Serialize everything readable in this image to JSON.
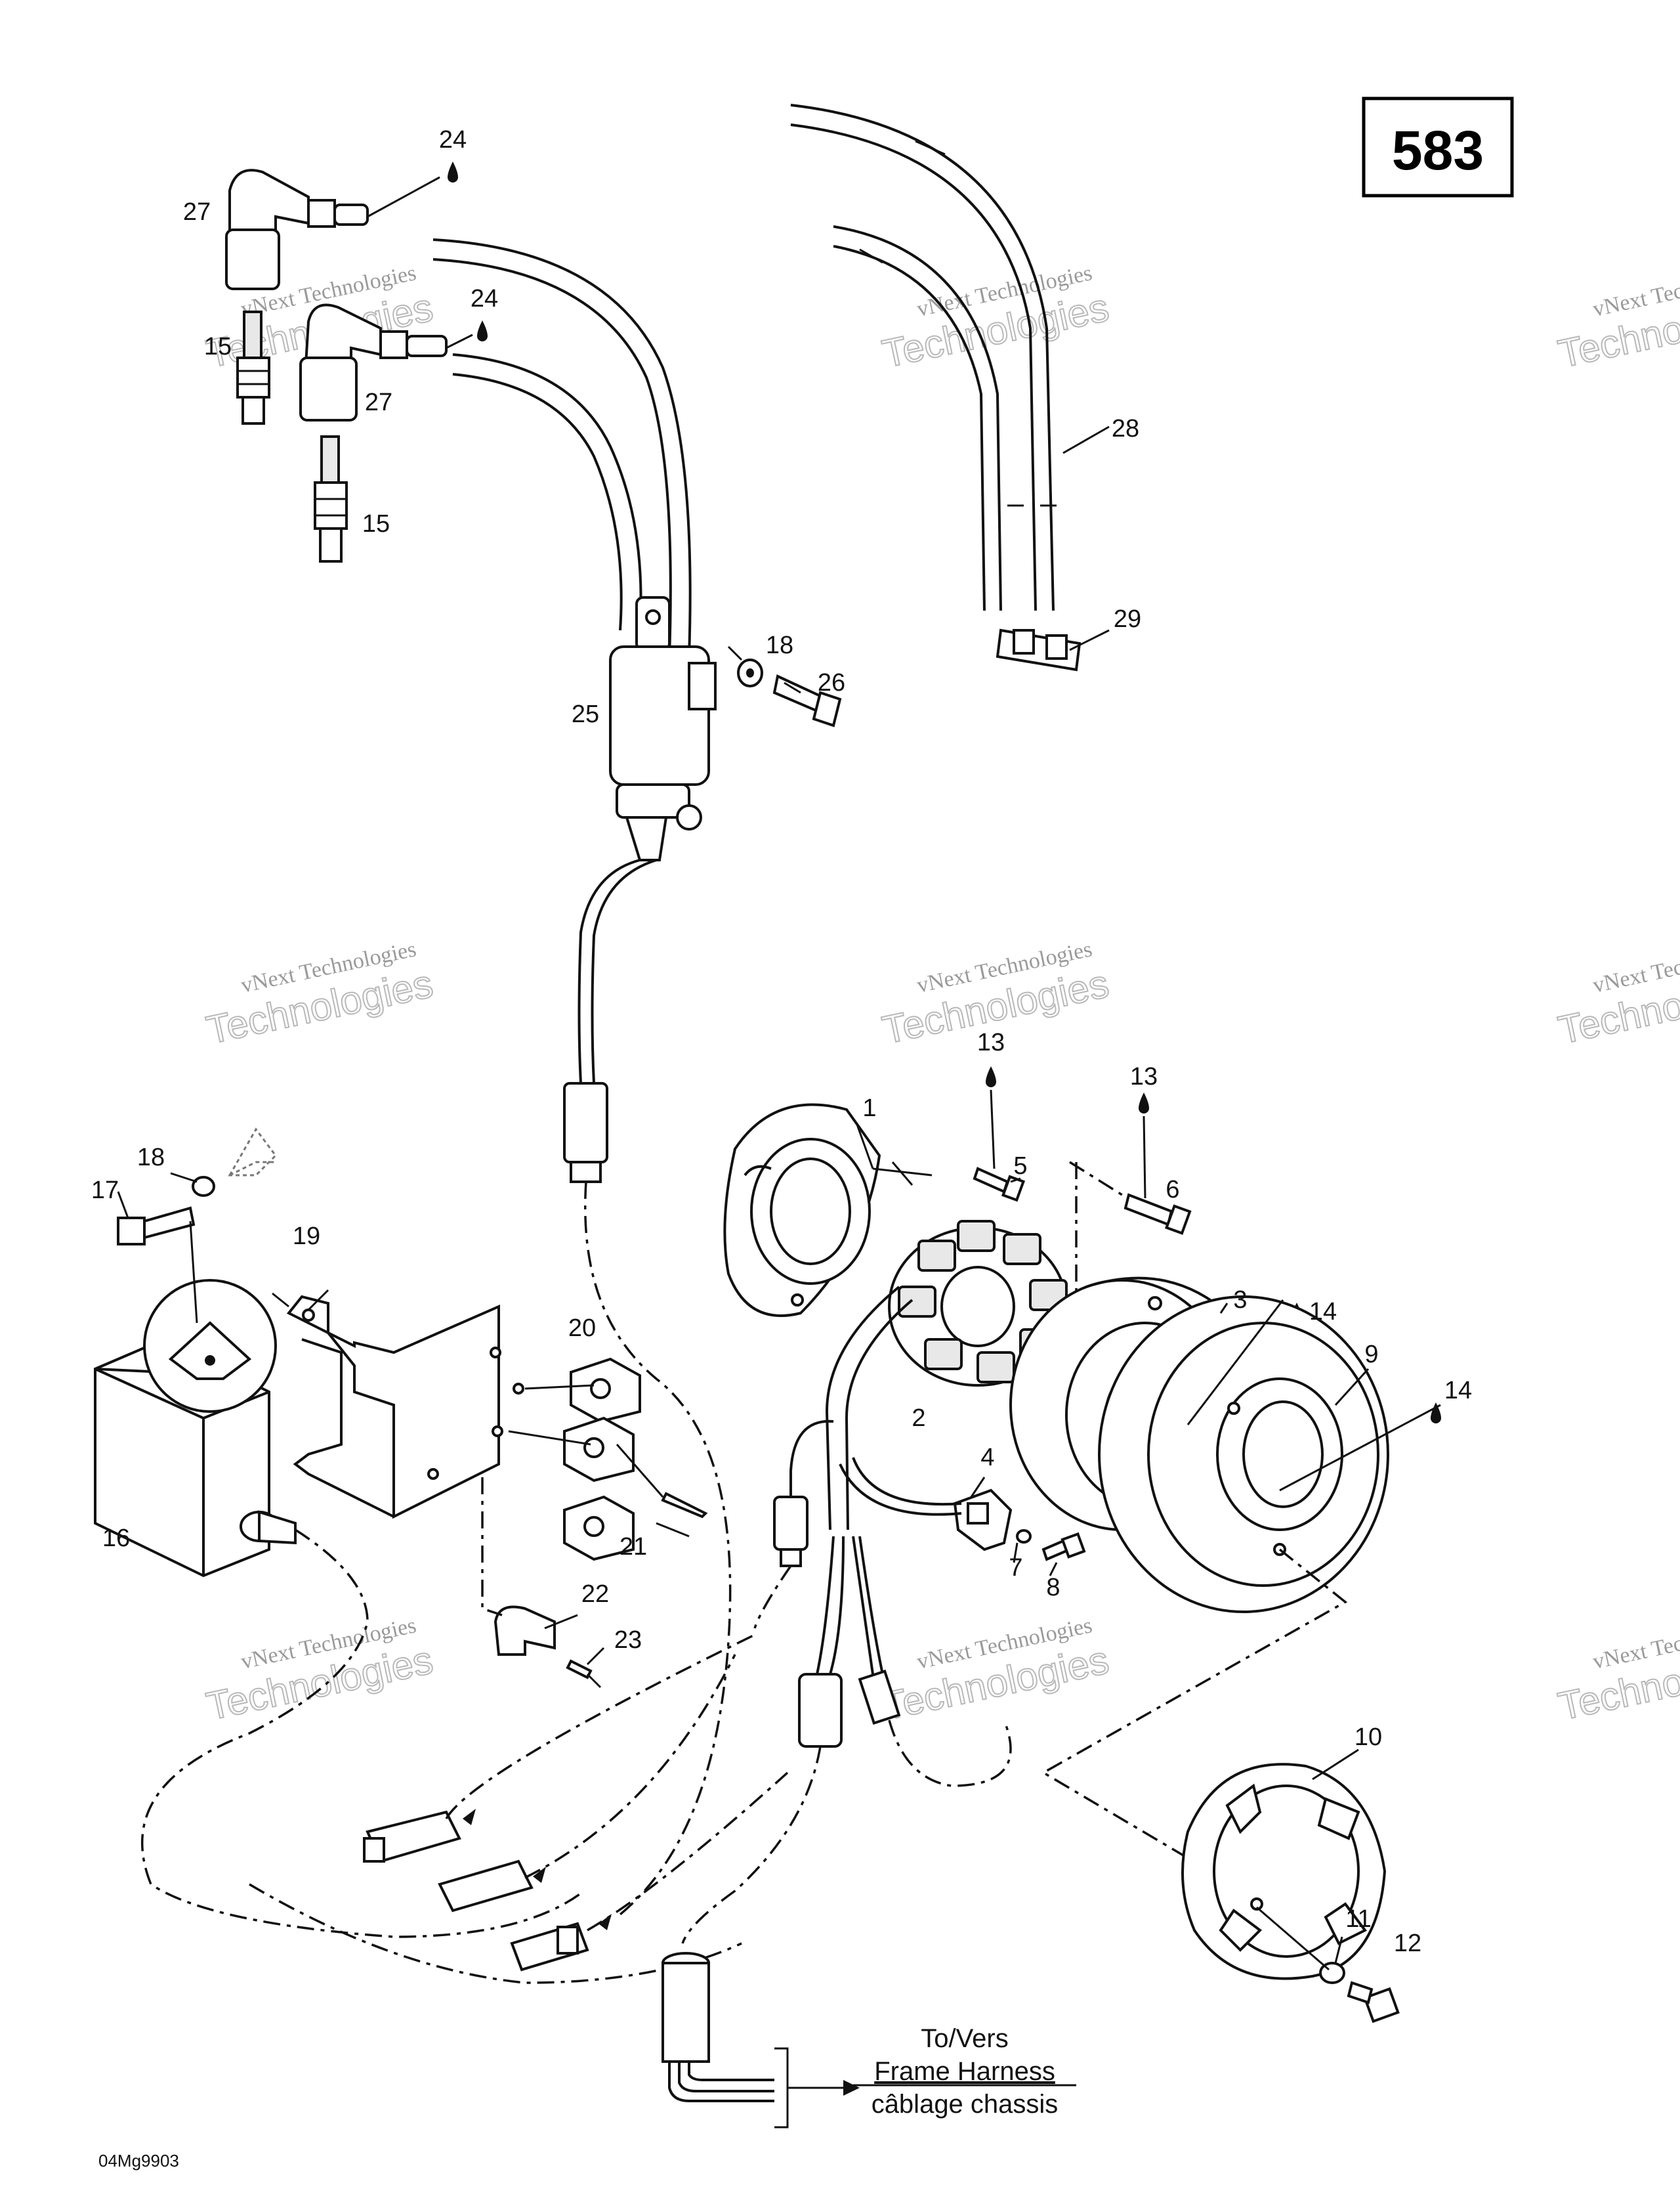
{
  "diagram_number": "583",
  "image_code": "04Mg9903",
  "harness_note": {
    "line1": "To/Vers",
    "line2": "Frame Harness",
    "line3": "câblage chassis"
  },
  "watermark": {
    "line1": "vNext Technologies",
    "line2": "Technologies"
  },
  "callouts": {
    "p1": "1",
    "p2": "2",
    "p3": "3",
    "p4": "4",
    "p5": "5",
    "p6": "6",
    "p7": "7",
    "p8": "8",
    "p9": "9",
    "p10": "10",
    "p11": "11",
    "p12": "12",
    "p13a": "13",
    "p13b": "13",
    "p14a": "14",
    "p14b": "14",
    "p15a": "15",
    "p15b": "15",
    "p16": "16",
    "p17": "17",
    "p18a": "18",
    "p18b": "18",
    "p19": "19",
    "p20": "20",
    "p21": "21",
    "p22": "22",
    "p23": "23",
    "p24a": "24",
    "p24b": "24",
    "p25": "25",
    "p26": "26",
    "p27a": "27",
    "p27b": "27",
    "p28": "28",
    "p29": "29"
  }
}
